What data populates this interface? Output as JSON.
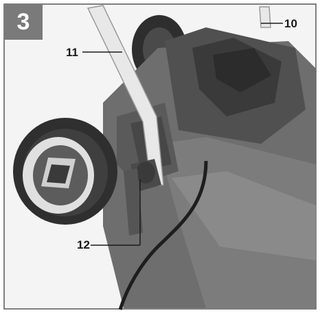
{
  "figure": {
    "step_number": "3",
    "callouts": [
      {
        "label": "10"
      },
      {
        "label": "11"
      },
      {
        "label": "12"
      }
    ]
  },
  "colors": {
    "badge": "#7a7a7a",
    "mower_body": "#6e6e6e",
    "mower_dark": "#3c3c3c",
    "handle": "#e6e6e6",
    "background": "#ffffff"
  }
}
